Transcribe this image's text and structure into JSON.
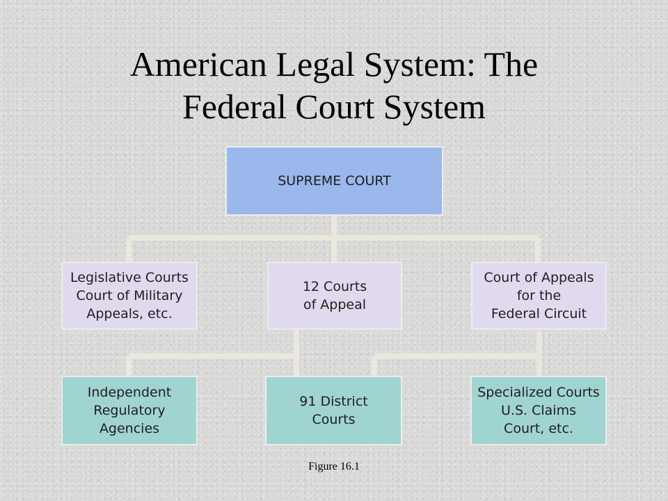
{
  "title": {
    "line1": "American Legal System: The",
    "line2": "Federal Court System"
  },
  "nodes": {
    "supreme_court": "SUPREME COURT",
    "legislative_courts": "Legislative Courts\nCourt of Military\nAppeals, etc.",
    "courts_of_appeal": "12 Courts\nof Appeal",
    "federal_circuit": "Court of Appeals\nfor the\nFederal Circuit",
    "regulatory_agencies": "Independent\nRegulatory\nAgencies",
    "district_courts": "91 District\nCourts",
    "specialized_courts": "Specialized Courts\nU.S. Claims\nCourt, etc."
  },
  "caption": "Figure 16.1",
  "colors": {
    "top_box": "#9ab8ec",
    "middle_box": "#e1d9ee",
    "bottom_box": "#9fd4d1",
    "connector": "#eae8dc"
  }
}
